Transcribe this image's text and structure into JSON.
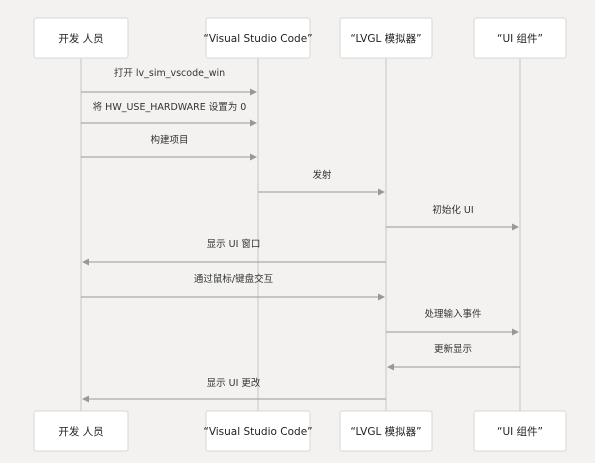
{
  "participants": [
    {
      "id": "dev",
      "label": "开发 人员"
    },
    {
      "id": "vscode",
      "label": "“Visual Studio Code”"
    },
    {
      "id": "sim",
      "label": "“LVGL 模拟器”"
    },
    {
      "id": "ui",
      "label": "“UI 组件”"
    }
  ],
  "messages": [
    {
      "from": "dev",
      "to": "vscode",
      "label": "打开 lv_sim_vscode_win"
    },
    {
      "from": "dev",
      "to": "vscode",
      "label": "将 HW_USE_HARDWARE 设置为 0"
    },
    {
      "from": "dev",
      "to": "vscode",
      "label": "构建项目"
    },
    {
      "from": "vscode",
      "to": "sim",
      "label": "发射"
    },
    {
      "from": "sim",
      "to": "ui",
      "label": "初始化 UI"
    },
    {
      "from": "sim",
      "to": "dev",
      "label": "显示 UI 窗口"
    },
    {
      "from": "dev",
      "to": "sim",
      "label": "通过鼠标/键盘交互"
    },
    {
      "from": "sim",
      "to": "ui",
      "label": "处理输入事件"
    },
    {
      "from": "ui",
      "to": "sim",
      "label": "更新显示"
    },
    {
      "from": "sim",
      "to": "dev",
      "label": "显示 UI 更改"
    }
  ],
  "colors": {
    "background": "#f3f2f1",
    "box_fill": "#ffffff",
    "box_border": "#d9d7d4",
    "lifeline": "#c9c7c4",
    "arrow": "#9a9896",
    "text": "#222222"
  }
}
